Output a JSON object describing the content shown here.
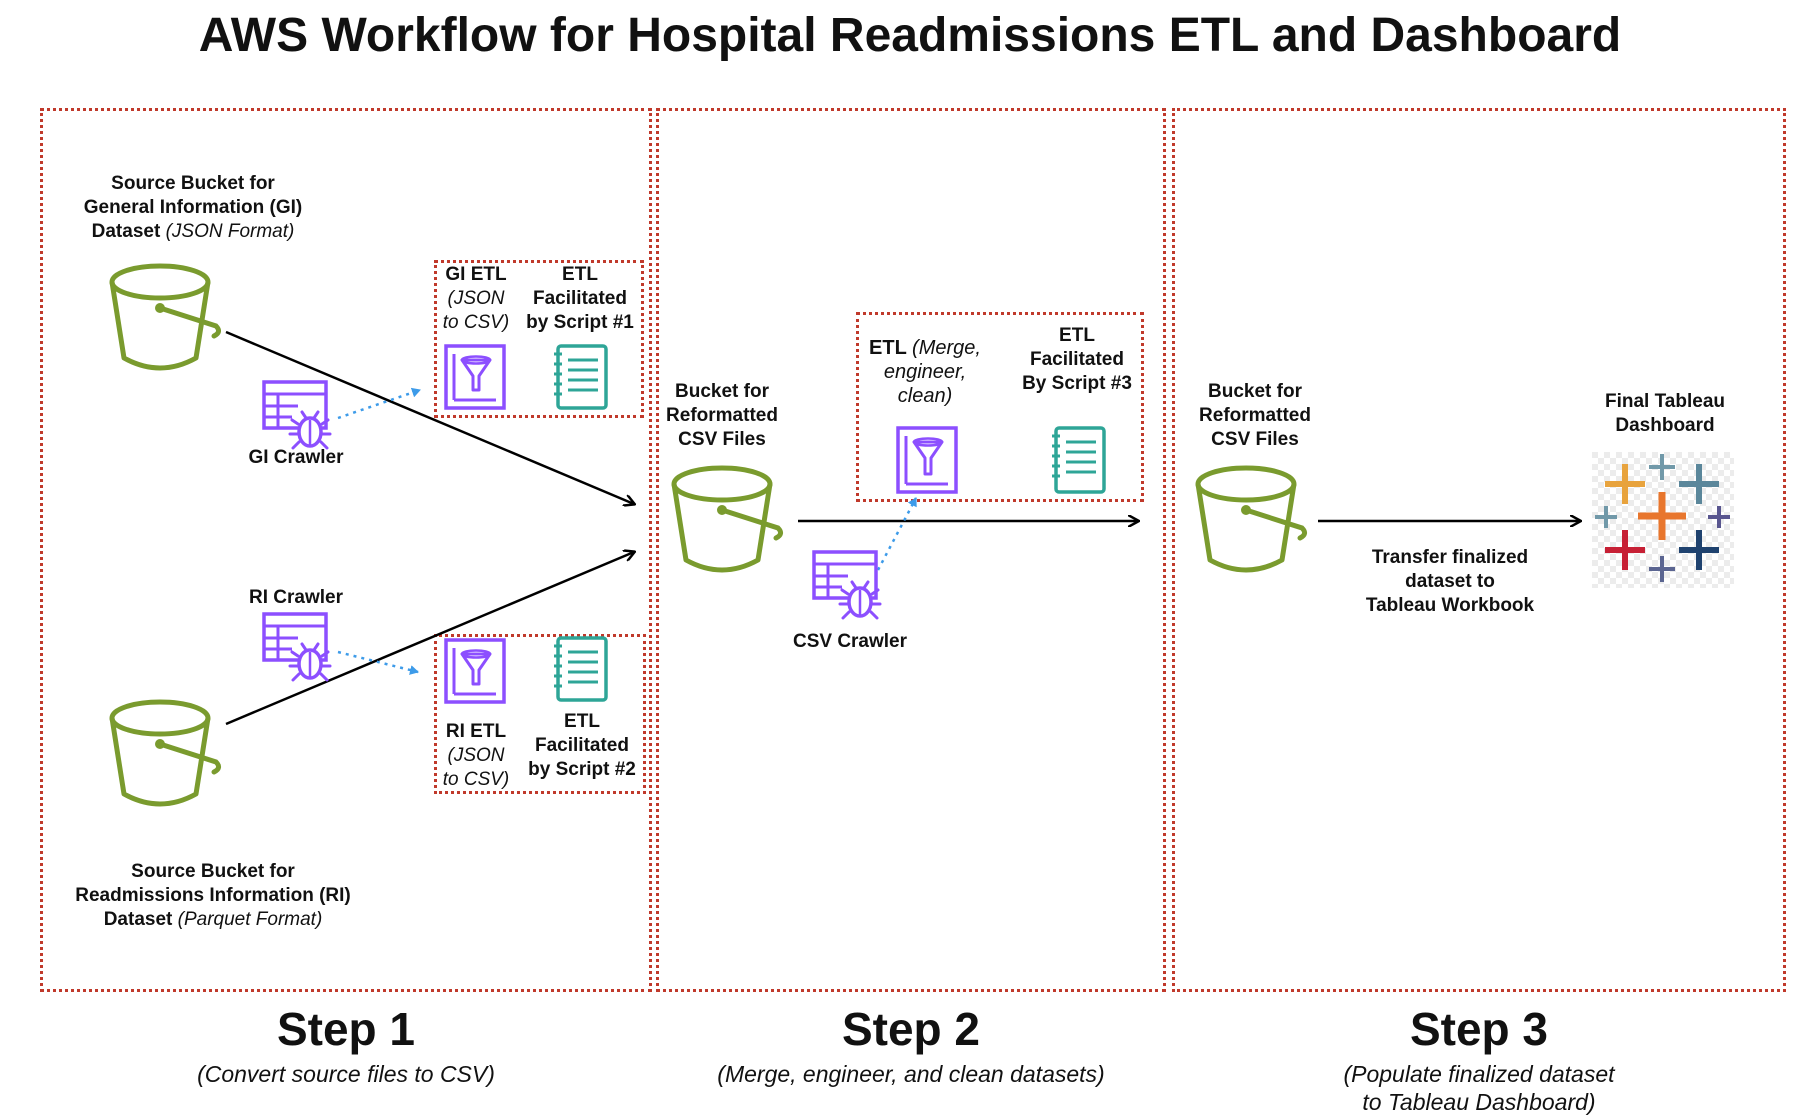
{
  "title": "AWS Workflow for Hospital Readmissions ETL and Dashboard",
  "colors": {
    "bucket": "#7a9b2e",
    "glue": "#8c4fff",
    "notebook": "#2ea597",
    "dotted_border": "#c0392b",
    "dotted_arrow": "#3d9be9"
  },
  "step1": {
    "gi_bucket": {
      "line1": "Source Bucket for",
      "line2": "General Information (GI)",
      "line3": "Dataset",
      "format": "(JSON Format)"
    },
    "ri_bucket": {
      "line1": "Source Bucket for",
      "line2": "Readmissions Information (RI)",
      "line3": "Dataset",
      "format": "(Parquet Format)"
    },
    "gi_crawler": "GI Crawler",
    "ri_crawler": "RI Crawler",
    "gi_etl": {
      "name": "GI ETL",
      "sub1": "(JSON",
      "sub2": "to CSV)",
      "script1": "ETL",
      "script2": "Facilitated",
      "script3": "by Script #1"
    },
    "ri_etl": {
      "name": "RI ETL",
      "sub1": "(JSON",
      "sub2": "to CSV)",
      "script1": "ETL",
      "script2": "Facilitated",
      "script3": "by Script #2"
    },
    "heading": "Step 1",
    "caption": "(Convert source files to CSV)"
  },
  "step2": {
    "bucket": {
      "line1": "Bucket for",
      "line2": "Reformatted",
      "line3": "CSV Files"
    },
    "etl": {
      "name": "ETL",
      "sub1": "(Merge,",
      "sub2": "engineer,",
      "sub3": "clean)",
      "script1": "ETL",
      "script2": "Facilitated",
      "script3": "By Script #3"
    },
    "crawler": "CSV Crawler",
    "heading": "Step 2",
    "caption": "(Merge, engineer, and clean datasets)"
  },
  "step3": {
    "bucket": {
      "line1": "Bucket for",
      "line2": "Reformatted",
      "line3": "CSV Files"
    },
    "transfer": {
      "line1": "Transfer finalized",
      "line2": "dataset to",
      "line3": "Tableau Workbook"
    },
    "dashboard": {
      "line1": "Final Tableau",
      "line2": "Dashboard"
    },
    "heading": "Step 3",
    "caption1": "(Populate finalized dataset",
    "caption2": "to Tableau Dashboard)"
  }
}
